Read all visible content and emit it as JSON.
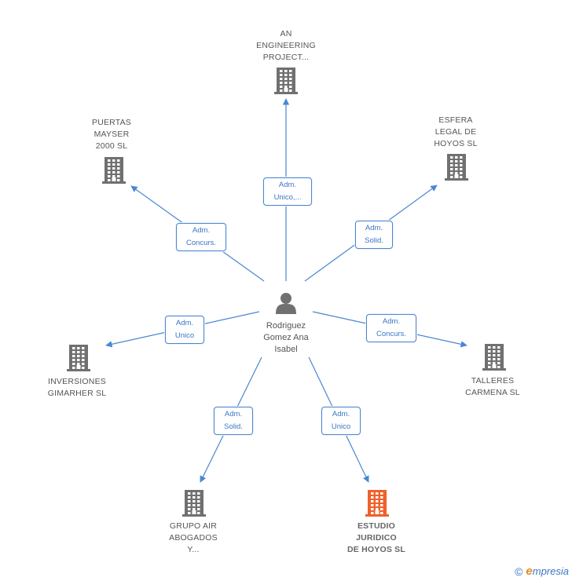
{
  "center": {
    "name_lines": [
      "Rodriguez",
      "Gomez Ana",
      "Isabel"
    ],
    "icon": "person-icon"
  },
  "companies": [
    {
      "id": "an-engineering",
      "lines": [
        "AN",
        "ENGINEERING",
        "PROJECT..."
      ],
      "icon": "building-icon",
      "highlight": false
    },
    {
      "id": "puertas-mayser",
      "lines": [
        "PUERTAS",
        "MAYSER",
        "2000 SL"
      ],
      "icon": "building-icon",
      "highlight": false
    },
    {
      "id": "esfera-legal",
      "lines": [
        "ESFERA",
        "LEGAL DE",
        "HOYOS SL"
      ],
      "icon": "building-icon",
      "highlight": false
    },
    {
      "id": "inversiones-gimarher",
      "lines": [
        "INVERSIONES",
        "GIMARHER SL"
      ],
      "icon": "building-icon",
      "highlight": false
    },
    {
      "id": "talleres-carmena",
      "lines": [
        "TALLERES",
        "CARMENA SL"
      ],
      "icon": "building-icon",
      "highlight": false
    },
    {
      "id": "grupo-air",
      "lines": [
        "GRUPO AIR",
        "ABOGADOS",
        "Y..."
      ],
      "icon": "building-icon",
      "highlight": false
    },
    {
      "id": "estudio-juridico",
      "lines": [
        "ESTUDIO",
        "JURIDICO",
        "DE HOYOS SL"
      ],
      "icon": "building-icon",
      "highlight": true
    }
  ],
  "edges": [
    {
      "to": "an-engineering",
      "lines": [
        "Adm.",
        "Unico,..."
      ]
    },
    {
      "to": "puertas-mayser",
      "lines": [
        "Adm.",
        "Concurs."
      ]
    },
    {
      "to": "esfera-legal",
      "lines": [
        "Adm.",
        "Solid."
      ]
    },
    {
      "to": "inversiones-gimarher",
      "lines": [
        "Adm.",
        "Unico"
      ]
    },
    {
      "to": "talleres-carmena",
      "lines": [
        "Adm.",
        "Concurs."
      ]
    },
    {
      "to": "grupo-air",
      "lines": [
        "Adm.",
        "Solid."
      ]
    },
    {
      "to": "estudio-juridico",
      "lines": [
        "Adm.",
        "Unico"
      ]
    }
  ],
  "colors": {
    "edge": "#4a86d4",
    "building": "#707070",
    "building_highlight": "#f0602a",
    "person": "#707070"
  },
  "footer": {
    "copyright": "©",
    "brand_initial": "e",
    "brand_rest": "mpresia",
    "icon": "copyright-icon"
  }
}
